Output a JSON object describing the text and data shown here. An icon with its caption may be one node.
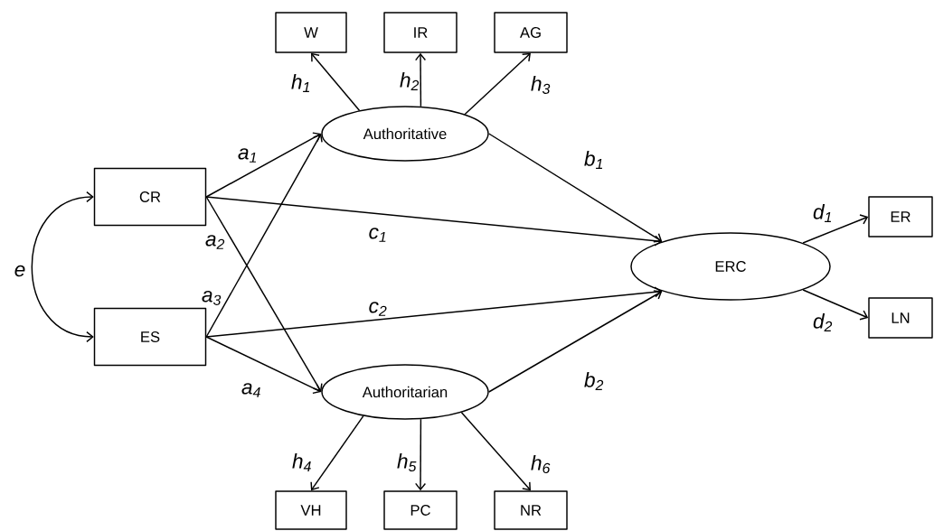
{
  "diagram": {
    "nodes": [
      {
        "text": [
          "W"
        ]
      },
      {
        "text": [
          "IR"
        ]
      },
      {
        "text": [
          "AG"
        ]
      },
      {
        "text": [
          "CR"
        ]
      },
      {
        "text": [
          "ES"
        ]
      },
      {
        "text": [
          "Authoritative"
        ]
      },
      {
        "text": [
          "Authoritarian"
        ]
      },
      {
        "text": [
          "ERC"
        ]
      },
      {
        "text": [
          "ER"
        ]
      },
      {
        "text": [
          "LN"
        ]
      },
      {
        "text": [
          "VH"
        ]
      },
      {
        "text": [
          "PC"
        ]
      },
      {
        "text": [
          "NR"
        ]
      }
    ],
    "edges": [
      {
        "from": 3,
        "to": 4,
        "arrow": "both",
        "label": "e"
      },
      {
        "from": 5,
        "to": 0,
        "arrow": "to",
        "label": "h$_{1}$"
      },
      {
        "from": 5,
        "to": 1,
        "arrow": "to",
        "label": "h$_{2}$"
      },
      {
        "from": 5,
        "to": 2,
        "arrow": "to",
        "label": "h$_{3}$"
      },
      {
        "from": 3,
        "to": 5,
        "arrow": "to",
        "label": "a$_{1}$"
      },
      {
        "from": 3,
        "to": 6,
        "arrow": "to",
        "label": "a$_{2}$"
      },
      {
        "from": 4,
        "to": 5,
        "arrow": "to",
        "label": "a$_{3}$"
      },
      {
        "from": 4,
        "to": 6,
        "arrow": "to",
        "label": "a$_{4}$"
      },
      {
        "from": 3,
        "to": 7,
        "arrow": "to",
        "label": "c$_{1}$"
      },
      {
        "from": 4,
        "to": 7,
        "arrow": "to",
        "label": "c$_{2}$"
      },
      {
        "from": 5,
        "to": 7,
        "arrow": "to",
        "label": "b$_{1}$"
      },
      {
        "from": 6,
        "to": 7,
        "arrow": "to",
        "label": "b$_{2}$"
      },
      {
        "from": 7,
        "to": 8,
        "arrow": "to",
        "label": "d$_{1}$"
      },
      {
        "from": 7,
        "to": 9,
        "arrow": "to",
        "label": "d$_{2}$"
      },
      {
        "from": 6,
        "to": 10,
        "arrow": "to",
        "label": "h$_{4}$"
      },
      {
        "from": 6,
        "to": 11,
        "arrow": "to",
        "label": "h$_{5}$"
      },
      {
        "from": 6,
        "to": 12,
        "arrow": "to",
        "label": "h$_{6}$"
      }
    ]
  }
}
